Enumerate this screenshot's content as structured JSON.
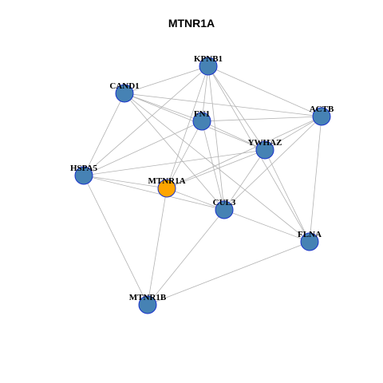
{
  "title": "MTNR1A",
  "colors": {
    "node_fill": "#4682b4",
    "highlight_fill": "#ffa500",
    "node_border": "#1a33cc",
    "edge": "#b3b3b3"
  },
  "nodes": [
    {
      "id": "KPNB1",
      "label": "KPNB1",
      "highlight": false
    },
    {
      "id": "CAND1",
      "label": "CAND1",
      "highlight": false
    },
    {
      "id": "ACTB",
      "label": "ACTB",
      "highlight": false
    },
    {
      "id": "FN1",
      "label": "FN1",
      "highlight": false
    },
    {
      "id": "YWHAZ",
      "label": "YWHAZ",
      "highlight": false
    },
    {
      "id": "HSPA5",
      "label": "HSPA5",
      "highlight": false
    },
    {
      "id": "MTNR1A",
      "label": "MTNR1A",
      "highlight": true
    },
    {
      "id": "CUL3",
      "label": "CUL3",
      "highlight": false
    },
    {
      "id": "FLNA",
      "label": "FLNA",
      "highlight": false
    },
    {
      "id": "MTNR1B",
      "label": "MTNR1B",
      "highlight": false
    }
  ],
  "edges": [
    [
      "KPNB1",
      "CAND1"
    ],
    [
      "KPNB1",
      "ACTB"
    ],
    [
      "KPNB1",
      "FN1"
    ],
    [
      "KPNB1",
      "YWHAZ"
    ],
    [
      "KPNB1",
      "HSPA5"
    ],
    [
      "KPNB1",
      "MTNR1A"
    ],
    [
      "KPNB1",
      "CUL3"
    ],
    [
      "KPNB1",
      "FLNA"
    ],
    [
      "CAND1",
      "ACTB"
    ],
    [
      "CAND1",
      "FN1"
    ],
    [
      "CAND1",
      "YWHAZ"
    ],
    [
      "CAND1",
      "HSPA5"
    ],
    [
      "CAND1",
      "CUL3"
    ],
    [
      "CAND1",
      "FLNA"
    ],
    [
      "ACTB",
      "FN1"
    ],
    [
      "ACTB",
      "YWHAZ"
    ],
    [
      "ACTB",
      "MTNR1A"
    ],
    [
      "ACTB",
      "CUL3"
    ],
    [
      "ACTB",
      "FLNA"
    ],
    [
      "FN1",
      "YWHAZ"
    ],
    [
      "FN1",
      "HSPA5"
    ],
    [
      "FN1",
      "MTNR1A"
    ],
    [
      "FN1",
      "CUL3"
    ],
    [
      "YWHAZ",
      "HSPA5"
    ],
    [
      "YWHAZ",
      "MTNR1A"
    ],
    [
      "YWHAZ",
      "CUL3"
    ],
    [
      "YWHAZ",
      "FLNA"
    ],
    [
      "HSPA5",
      "MTNR1A"
    ],
    [
      "HSPA5",
      "CUL3"
    ],
    [
      "HSPA5",
      "MTNR1B"
    ],
    [
      "MTNR1A",
      "CUL3"
    ],
    [
      "MTNR1A",
      "MTNR1B"
    ],
    [
      "CUL3",
      "FLNA"
    ],
    [
      "CUL3",
      "MTNR1B"
    ],
    [
      "FLNA",
      "MTNR1B"
    ]
  ]
}
